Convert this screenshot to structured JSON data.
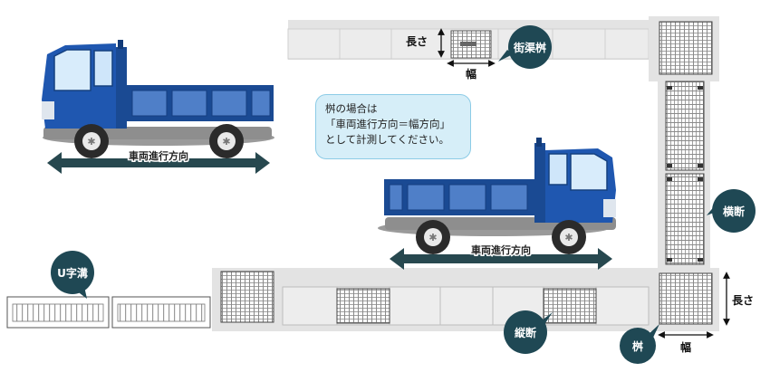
{
  "labels": {
    "grating_road": "街渠桝",
    "length": "長さ",
    "width": "幅",
    "transverse": "横断",
    "longitudinal": "縦断",
    "catch_basin": "桝",
    "u_ditch": "U字溝",
    "truck_direction": "車両進行方向"
  },
  "note": {
    "line1": "桝の場合は",
    "line2": "「車両進行方向＝幅方向」",
    "line3": "として計測してください。"
  },
  "colors": {
    "truck_blue": "#1a4a93",
    "truck_cab": "#1f57b0",
    "road_gray": "#e3e3e3",
    "badge_teal": "#1f4854",
    "arrow_dark": "#27484f",
    "note_bg": "#d6eef8"
  }
}
